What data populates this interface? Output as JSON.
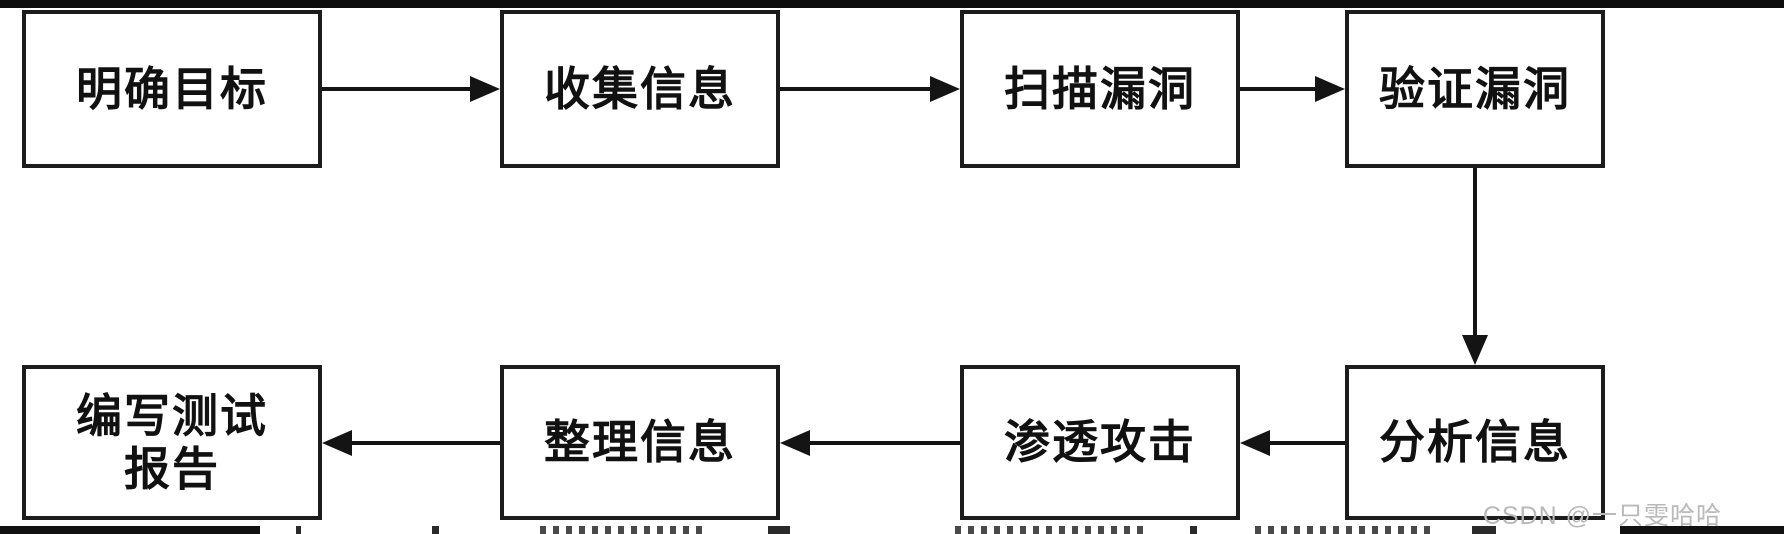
{
  "diagram": {
    "description": "penetration-testing process flowchart",
    "nodes": [
      {
        "id": "define-target",
        "label": "明确目标"
      },
      {
        "id": "collect-info",
        "label": "收集信息"
      },
      {
        "id": "scan-vulns",
        "label": "扫描漏洞"
      },
      {
        "id": "verify-vulns",
        "label": "验证漏洞"
      },
      {
        "id": "analyze-info",
        "label": "分析信息"
      },
      {
        "id": "exploit-attack",
        "label": "渗透攻击"
      },
      {
        "id": "organize-info",
        "label": "整理信息"
      },
      {
        "id": "write-report",
        "label": "编写测试\n报告"
      }
    ],
    "edges": [
      {
        "from": "明确目标",
        "to": "收集信息"
      },
      {
        "from": "收集信息",
        "to": "扫描漏洞"
      },
      {
        "from": "扫描漏洞",
        "to": "验证漏洞"
      },
      {
        "from": "验证漏洞",
        "to": "分析信息"
      },
      {
        "from": "分析信息",
        "to": "渗透攻击"
      },
      {
        "from": "渗透攻击",
        "to": "整理信息"
      },
      {
        "from": "整理信息",
        "to": "编写测试报告"
      }
    ],
    "colors": {
      "background": "#ffffff",
      "box_border": "#1c1c1c",
      "box_fill": "#ffffff",
      "text": "#111111",
      "arrow": "#141414",
      "crop_bar": "#0d0d0d",
      "watermark": "#b9b9b9"
    }
  },
  "watermark": {
    "text": "CSDN @一只雯哈哈"
  }
}
